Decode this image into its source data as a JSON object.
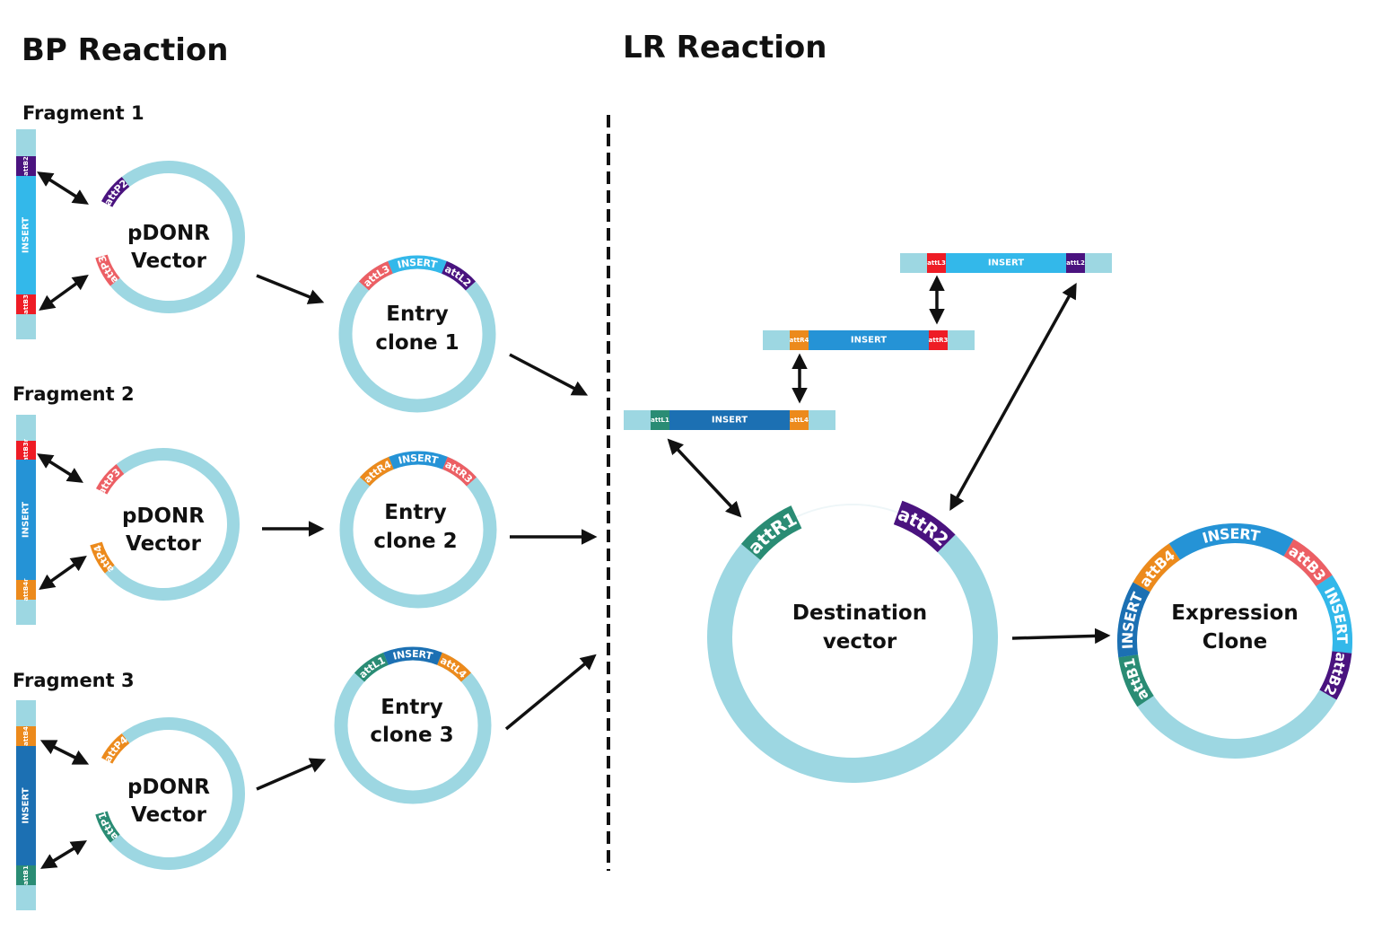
{
  "titles": {
    "bp": "BP Reaction",
    "lr": "LR Reaction"
  },
  "colors": {
    "backbone": "#9dd7e2",
    "insert1": "#33b8ea",
    "insert2": "#2593d6",
    "insert3": "#1c70b3",
    "att1": "#2a8c74",
    "att2": "#4a137f",
    "att3_red": "#ee1c25",
    "att3_pink": "#ec5f64",
    "att4": "#ec8a1c",
    "arrow": "#111111"
  },
  "fragments": [
    {
      "label": "Fragment 1",
      "segments": [
        "attB2",
        "INSERT",
        "attB3"
      ],
      "vector": {
        "line1": "pDONR",
        "line2": "Vector",
        "sites": [
          "attP2",
          "attP3"
        ]
      },
      "entry_clone": {
        "line1": "Entry",
        "line2": "clone 1",
        "segments": [
          "attL3",
          "INSERT",
          "attL2"
        ]
      }
    },
    {
      "label": "Fragment 2",
      "segments": [
        "attB3r",
        "INSERT",
        "attB4r"
      ],
      "vector": {
        "line1": "pDONR",
        "line2": "Vector",
        "sites": [
          "attP3r",
          "attP4r"
        ]
      },
      "entry_clone": {
        "line1": "Entry",
        "line2": "clone 2",
        "segments": [
          "attR4",
          "INSERT",
          "attR3"
        ]
      }
    },
    {
      "label": "Fragment 3",
      "segments": [
        "attB4",
        "INSERT",
        "attB1"
      ],
      "vector": {
        "line1": "pDONR",
        "line2": "Vector",
        "sites": [
          "attP4",
          "attP1"
        ]
      },
      "entry_clone": {
        "line1": "Entry",
        "line2": "clone 3",
        "segments": [
          "attL1",
          "INSERT",
          "attL4"
        ]
      }
    }
  ],
  "lr": {
    "linear_top": [
      "attL3",
      "INSERT",
      "attL2"
    ],
    "linear_middle": [
      "attR4",
      "INSERT",
      "attR3"
    ],
    "linear_bottom": [
      "attL1",
      "INSERT",
      "attL4"
    ],
    "destination": {
      "line1": "Destination",
      "line2": "vector",
      "sites": [
        "attR1",
        "attR2"
      ]
    },
    "expression": {
      "line1": "Expression",
      "line2": "Clone",
      "segments": [
        "attB1",
        "INSERT",
        "attB4",
        "INSERT",
        "attB3",
        "INSERT",
        "attB2"
      ]
    }
  }
}
